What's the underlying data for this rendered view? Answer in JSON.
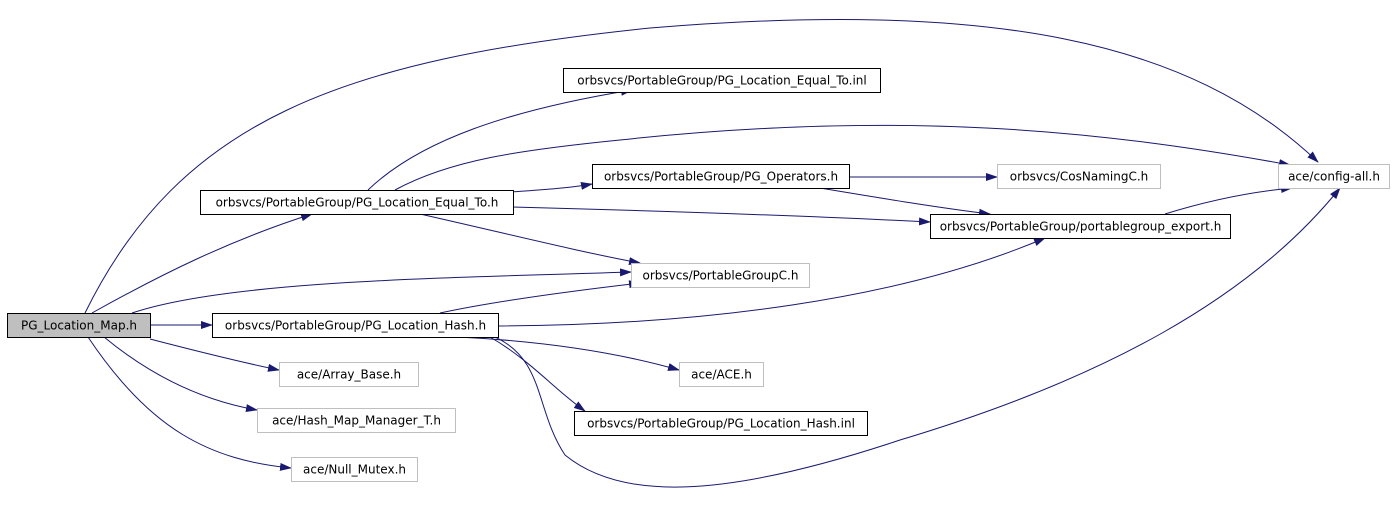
{
  "colors": {
    "edge": "#191970",
    "node_border_solid": "#000000",
    "node_border_faded": "#bfbfbf",
    "root_fill": "#bfbfbf",
    "node_fill": "#ffffff"
  },
  "nodes": [
    {
      "id": "pg_location_map_h",
      "label": "PG_Location_Map.h",
      "style": "root"
    },
    {
      "id": "pg_location_equal_to_inl",
      "label": "orbsvcs/PortableGroup/PG_Location_Equal_To.inl",
      "style": "solid"
    },
    {
      "id": "pg_location_equal_to_h",
      "label": "orbsvcs/PortableGroup/PG_Location_Equal_To.h",
      "style": "solid"
    },
    {
      "id": "pg_operators_h",
      "label": "orbsvcs/PortableGroup/PG_Operators.h",
      "style": "solid"
    },
    {
      "id": "cosnamingc_h",
      "label": "orbsvcs/CosNamingC.h",
      "style": "faded"
    },
    {
      "id": "config_all_h",
      "label": "ace/config-all.h",
      "style": "faded"
    },
    {
      "id": "portablegroup_export_h",
      "label": "orbsvcs/PortableGroup/portablegroup_export.h",
      "style": "solid"
    },
    {
      "id": "portablegroupc_h",
      "label": "orbsvcs/PortableGroupC.h",
      "style": "faded"
    },
    {
      "id": "pg_location_hash_h",
      "label": "orbsvcs/PortableGroup/PG_Location_Hash.h",
      "style": "solid"
    },
    {
      "id": "array_base_h",
      "label": "ace/Array_Base.h",
      "style": "faded"
    },
    {
      "id": "ace_h",
      "label": "ace/ACE.h",
      "style": "faded"
    },
    {
      "id": "hash_map_manager_t_h",
      "label": "ace/Hash_Map_Manager_T.h",
      "style": "faded"
    },
    {
      "id": "pg_location_hash_inl",
      "label": "orbsvcs/PortableGroup/PG_Location_Hash.inl",
      "style": "solid"
    },
    {
      "id": "null_mutex_h",
      "label": "ace/Null_Mutex.h",
      "style": "faded"
    }
  ],
  "edges": [
    {
      "from": "pg_location_map_h",
      "to": "config_all_h"
    },
    {
      "from": "pg_location_map_h",
      "to": "pg_location_equal_to_h"
    },
    {
      "from": "pg_location_map_h",
      "to": "portablegroupc_h"
    },
    {
      "from": "pg_location_map_h",
      "to": "pg_location_hash_h"
    },
    {
      "from": "pg_location_map_h",
      "to": "array_base_h"
    },
    {
      "from": "pg_location_map_h",
      "to": "hash_map_manager_t_h"
    },
    {
      "from": "pg_location_map_h",
      "to": "null_mutex_h"
    },
    {
      "from": "pg_location_equal_to_h",
      "to": "pg_location_equal_to_inl"
    },
    {
      "from": "pg_location_equal_to_h",
      "to": "config_all_h"
    },
    {
      "from": "pg_location_equal_to_h",
      "to": "pg_operators_h"
    },
    {
      "from": "pg_location_equal_to_h",
      "to": "portablegroup_export_h"
    },
    {
      "from": "pg_location_equal_to_h",
      "to": "portablegroupc_h"
    },
    {
      "from": "pg_operators_h",
      "to": "cosnamingc_h"
    },
    {
      "from": "pg_operators_h",
      "to": "portablegroup_export_h"
    },
    {
      "from": "portablegroup_export_h",
      "to": "config_all_h"
    },
    {
      "from": "pg_location_hash_h",
      "to": "portablegroupc_h"
    },
    {
      "from": "pg_location_hash_h",
      "to": "portablegroup_export_h"
    },
    {
      "from": "pg_location_hash_h",
      "to": "ace_h"
    },
    {
      "from": "pg_location_hash_h",
      "to": "pg_location_hash_inl"
    },
    {
      "from": "pg_location_hash_h",
      "to": "config_all_h"
    }
  ]
}
